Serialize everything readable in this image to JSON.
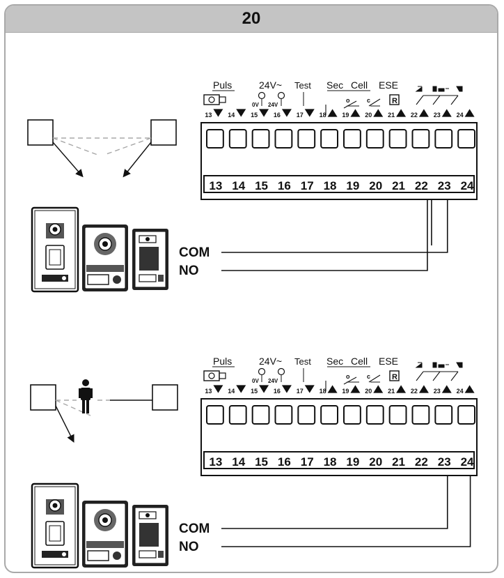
{
  "page": {
    "title": "20"
  },
  "terminal_labels": {
    "puls": "Puls",
    "v24": "24V~",
    "test": "Test",
    "sec": "Sec",
    "cell": "Cell",
    "ese": "ESE",
    "zero_v": "0V",
    "twentyfour_v": "24V",
    "contact_o": "o",
    "contact_c": "c",
    "r_symbol": "R"
  },
  "terminal_numbers": [
    "13",
    "14",
    "15",
    "16",
    "17",
    "18",
    "19",
    "20",
    "21",
    "22",
    "23",
    "24"
  ],
  "wiring": {
    "com": "COM",
    "no": "NO"
  },
  "colors": {
    "header_bg": "#c4c4c4",
    "frame": "#a9a9a9",
    "ink": "#111111",
    "beam": "#a8a8a8"
  }
}
